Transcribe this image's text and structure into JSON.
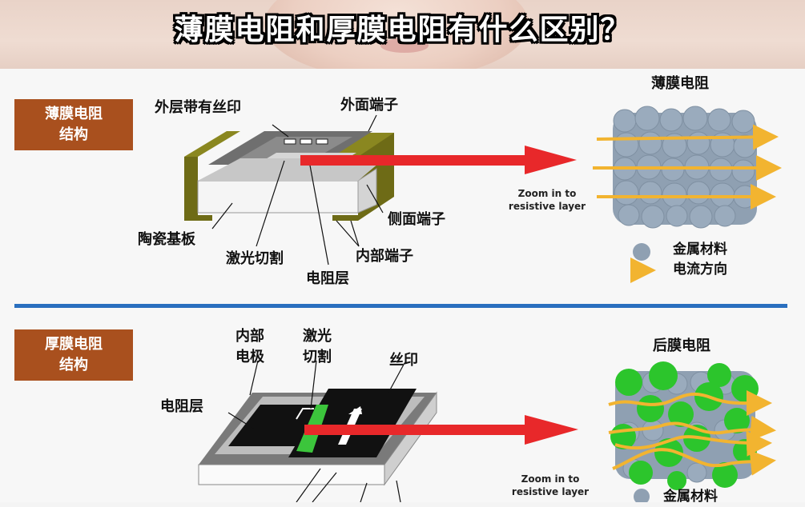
{
  "header": {
    "title": "薄膜电阻和厚膜电阻有什么区别？"
  },
  "thin_film": {
    "section_label": "薄膜电阻\n结构",
    "labels": {
      "outer_print": "外层带有丝印",
      "outer_terminal": "外面端子",
      "ceramic_substrate": "陶瓷基板",
      "laser_cut": "激光切割",
      "resistive_layer": "电阻层",
      "side_terminal": "侧面端子",
      "inner_terminal": "内部端子"
    },
    "zoom_text": "Zoom in to\nresistive layer",
    "zoom_title": "薄膜电阻",
    "legend": {
      "metal": "金属材料",
      "current": "电流方向"
    }
  },
  "thick_film": {
    "section_label": "厚膜电阻\n结构",
    "labels": {
      "inner_electrode": "内部\n电极",
      "laser_cut": "激光\n切割",
      "silk_print": "丝印",
      "resistive_layer": "电阻层"
    },
    "zoom_text": "Zoom in to\nresistive layer",
    "zoom_title": "后膜电阻",
    "legend": {
      "metal": "金属材料"
    }
  },
  "colors": {
    "section_label_bg": "#a9501e",
    "divider": "#2a6fbf",
    "arrow": "#e8282a",
    "terminal_olive": "#7d7a1a",
    "metal_particle": "#8fa0b2",
    "glass_particle": "#2cc52c",
    "current_arrow": "#f2b430"
  }
}
